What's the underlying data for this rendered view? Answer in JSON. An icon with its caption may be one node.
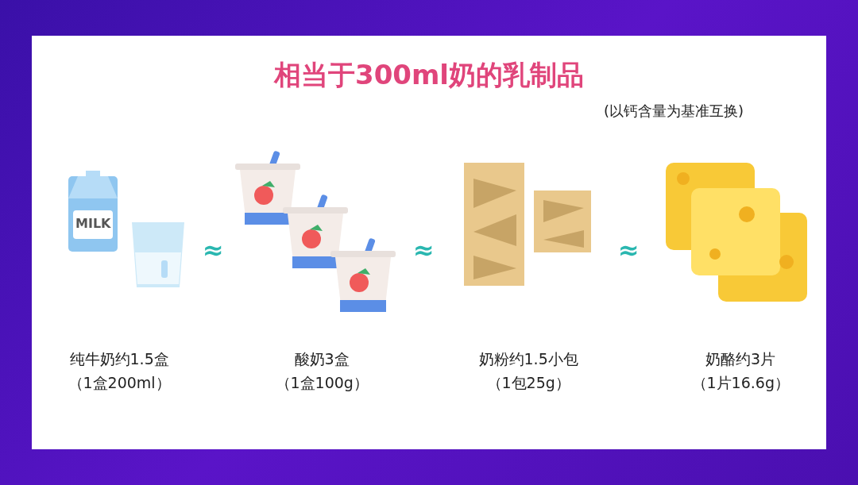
{
  "diagram": {
    "title": "相当于300ml奶的乳制品",
    "labels": [
      "(以钙含量为基准互换)",
      "MILK",
      "≈",
      "≈",
      "≈",
      "纯牛奶约1.5盒",
      "酸奶3盒",
      "奶粉约1.5小包",
      "奶酪约3片",
      "（1盒200ml）",
      "（1盒100g）",
      "（1包25g）",
      "（1片16.6g）"
    ]
  }
}
